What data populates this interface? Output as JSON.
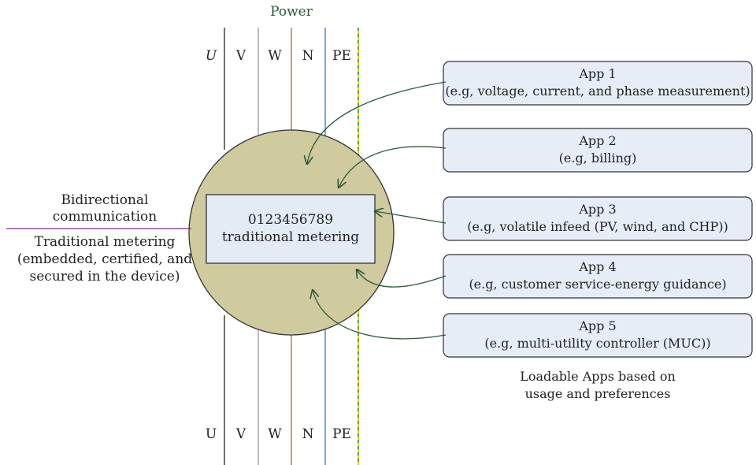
{
  "power_label": "Power",
  "conductors_top": [
    "U",
    "V",
    "W",
    "N",
    "PE"
  ],
  "conductors_bottom": [
    "U",
    "V",
    "W",
    "N",
    "PE"
  ],
  "colors": {
    "line_u": "#222222",
    "line_v": "#999999",
    "line_w": "#a0704a",
    "line_n": "#3a78c8",
    "line_pe_a": "#e8d000",
    "line_pe_b": "#5aa050",
    "meter_fill": "#cfcb9e",
    "meter_box_fill": "#e3ebf5",
    "app_fill": "#e6edf6",
    "comm_line": "#7a2a8a",
    "arrow": "#2e5a3a",
    "power_text": "#2e5a3a"
  },
  "meter": {
    "line1": "0123456789",
    "line2": "traditional metering"
  },
  "left": {
    "comm_line1": "Bidirectional",
    "comm_line2": "communication",
    "trad_line1": "Traditional metering",
    "trad_line2": "(embedded, certified, and",
    "trad_line3": "secured in the device)"
  },
  "apps": [
    {
      "title": "App 1",
      "desc": "(e.g, voltage, current, and phase measurement)"
    },
    {
      "title": "App 2",
      "desc": "(e.g, billing)"
    },
    {
      "title": "App 3",
      "desc": "(e.g, volatile infeed (PV, wind, and CHP))"
    },
    {
      "title": "App 4",
      "desc": "(e.g, customer service-energy guidance)"
    },
    {
      "title": "App 5",
      "desc": "(e.g, multi-utility controller (MUC))"
    }
  ],
  "loadable": {
    "line1": "Loadable Apps based on",
    "line2": "usage and preferences"
  }
}
